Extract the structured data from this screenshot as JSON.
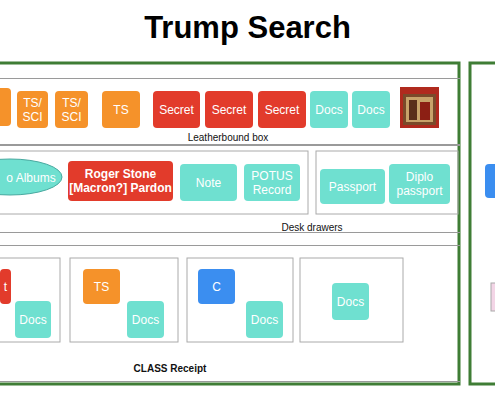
{
  "diagram": {
    "title": "Trump Search",
    "nodes": [
      {
        "text": [
          "Leatherbound box"
        ]
      },
      {
        "text": [
          "TS/ SCI"
        ],
        "in": 0
      },
      {
        "text": [
          "TS/ SCI"
        ],
        "in": 0
      },
      {
        "text": [
          "TS"
        ],
        "in": 0
      },
      {
        "text": [
          "Secret"
        ],
        "in": 0
      },
      {
        "text": [
          "Secret"
        ],
        "in": 0
      },
      {
        "text": [
          "Secret"
        ],
        "in": 0
      },
      {
        "text": [
          "Docs"
        ],
        "in": 0
      },
      {
        "text": [
          "Docs"
        ],
        "in": 0
      },
      {
        "text": [
          "Desk drawers"
        ]
      },
      {
        "text": [
          "o Albums"
        ],
        "in": 9
      },
      {
        "text": [
          "Roger Stone [Macron?] Pardon"
        ],
        "in": 9
      },
      {
        "text": [
          "Note"
        ],
        "in": 9
      },
      {
        "text": [
          "POTUS Record"
        ],
        "in": 9
      },
      {
        "text": [
          "Passport"
        ],
        "in": 9
      },
      {
        "text": [
          "Diplo passport"
        ],
        "in": 9
      },
      {
        "text": [
          "CLASS Receipt"
        ]
      },
      {
        "text": [
          "t"
        ],
        "in": 16
      },
      {
        "text": [
          "Docs"
        ],
        "in": 16
      },
      {
        "text": [
          "TS"
        ],
        "in": 16
      },
      {
        "text": [
          "Docs"
        ],
        "in": 16
      },
      {
        "text": [
          "C"
        ],
        "in": 16
      },
      {
        "text": [
          "Docs"
        ],
        "in": 16
      },
      {
        "text": [
          "Docs"
        ],
        "in": 16
      }
    ]
  }
}
